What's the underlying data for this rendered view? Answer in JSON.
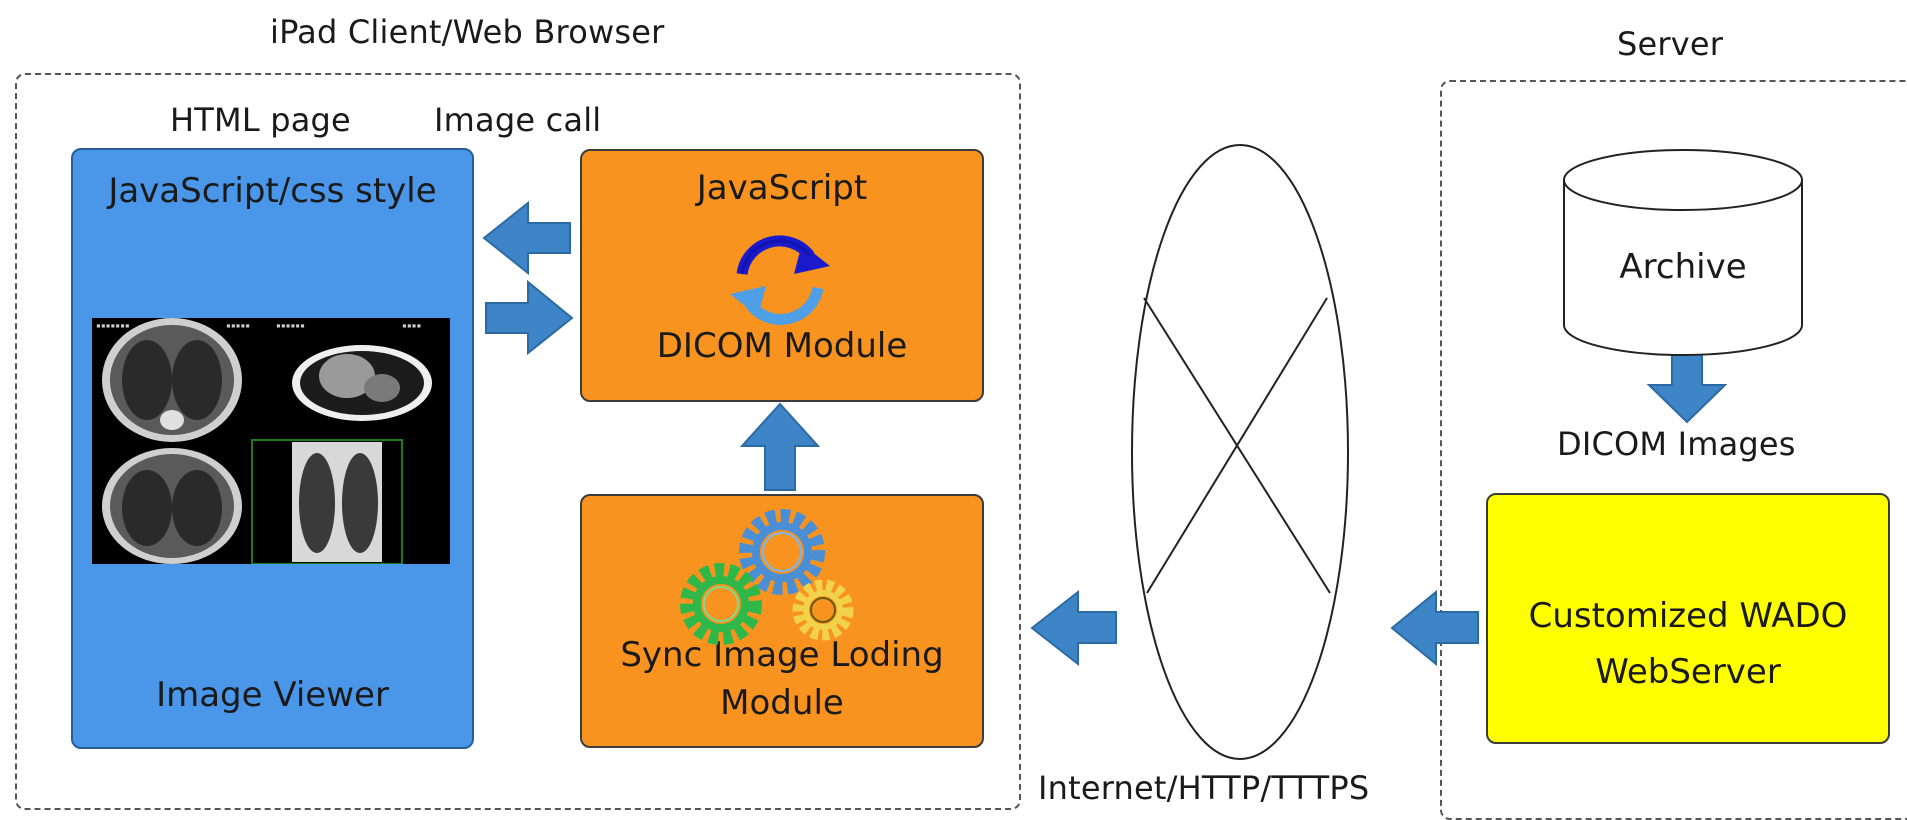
{
  "labels": {
    "client_group": "iPad Client/Web Browser",
    "server_group": "Server",
    "html_page": "HTML page",
    "image_call": "Image call",
    "network": "Internet/HTTP/TTTPS",
    "dicom_images": "DICOM Images"
  },
  "boxes": {
    "viewer_title": "JavaScript/css style",
    "viewer_footer": "Image Viewer",
    "js_title": "JavaScript",
    "js_subtitle": "DICOM Module",
    "sync_line1": "Sync Image Loding",
    "sync_line2": "Module",
    "archive": "Archive",
    "wado_line1": "Customized WADO",
    "wado_line2": "WebServer"
  },
  "colors": {
    "viewer_fill": "#4a97ea",
    "module_fill": "#f7931e",
    "server_fill": "#ffff00",
    "arrow_fill": "#3d85c6"
  },
  "icons": {
    "refresh": "sync-arrows-icon",
    "gears": "gears-icon",
    "archive": "database-cylinder-icon",
    "network": "network-ellipse-icon"
  }
}
